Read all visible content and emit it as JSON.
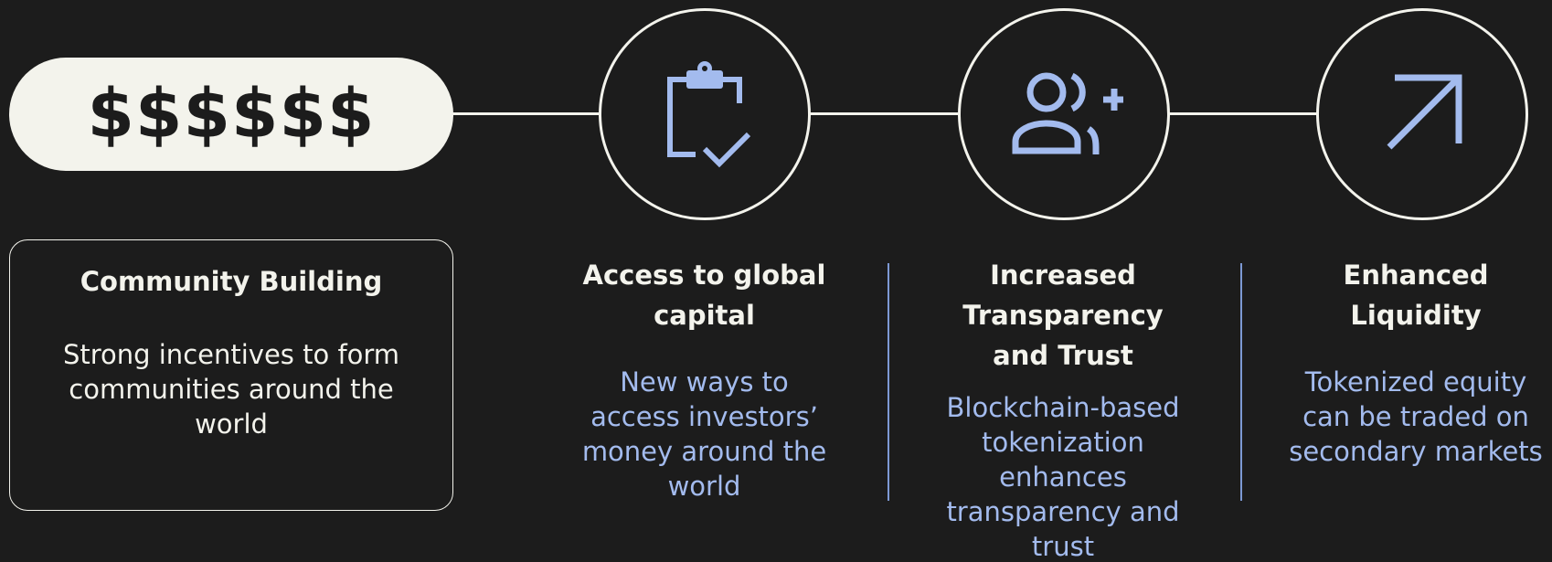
{
  "pill": {
    "text": "$$$$$$"
  },
  "items": [
    {
      "title": "Community Building",
      "description": "Strong incentives to form communities around the world"
    },
    {
      "title": "Access to global capital",
      "description": "New ways to access investors’ money around the world",
      "icon": "clipboard-check-icon"
    },
    {
      "title": "Increased Transparency and Trust",
      "description": "Blockchain-based tokenization enhances transparency and trust",
      "icon": "person-add-icon"
    },
    {
      "title": "Enhanced Liquidity",
      "description": "Tokenized equity can be traded on secondary markets",
      "icon": "arrow-up-right-icon"
    }
  ],
  "colors": {
    "background": "#1c1c1c",
    "foreground": "#f3f3ec",
    "accent": "#a3bbee"
  }
}
